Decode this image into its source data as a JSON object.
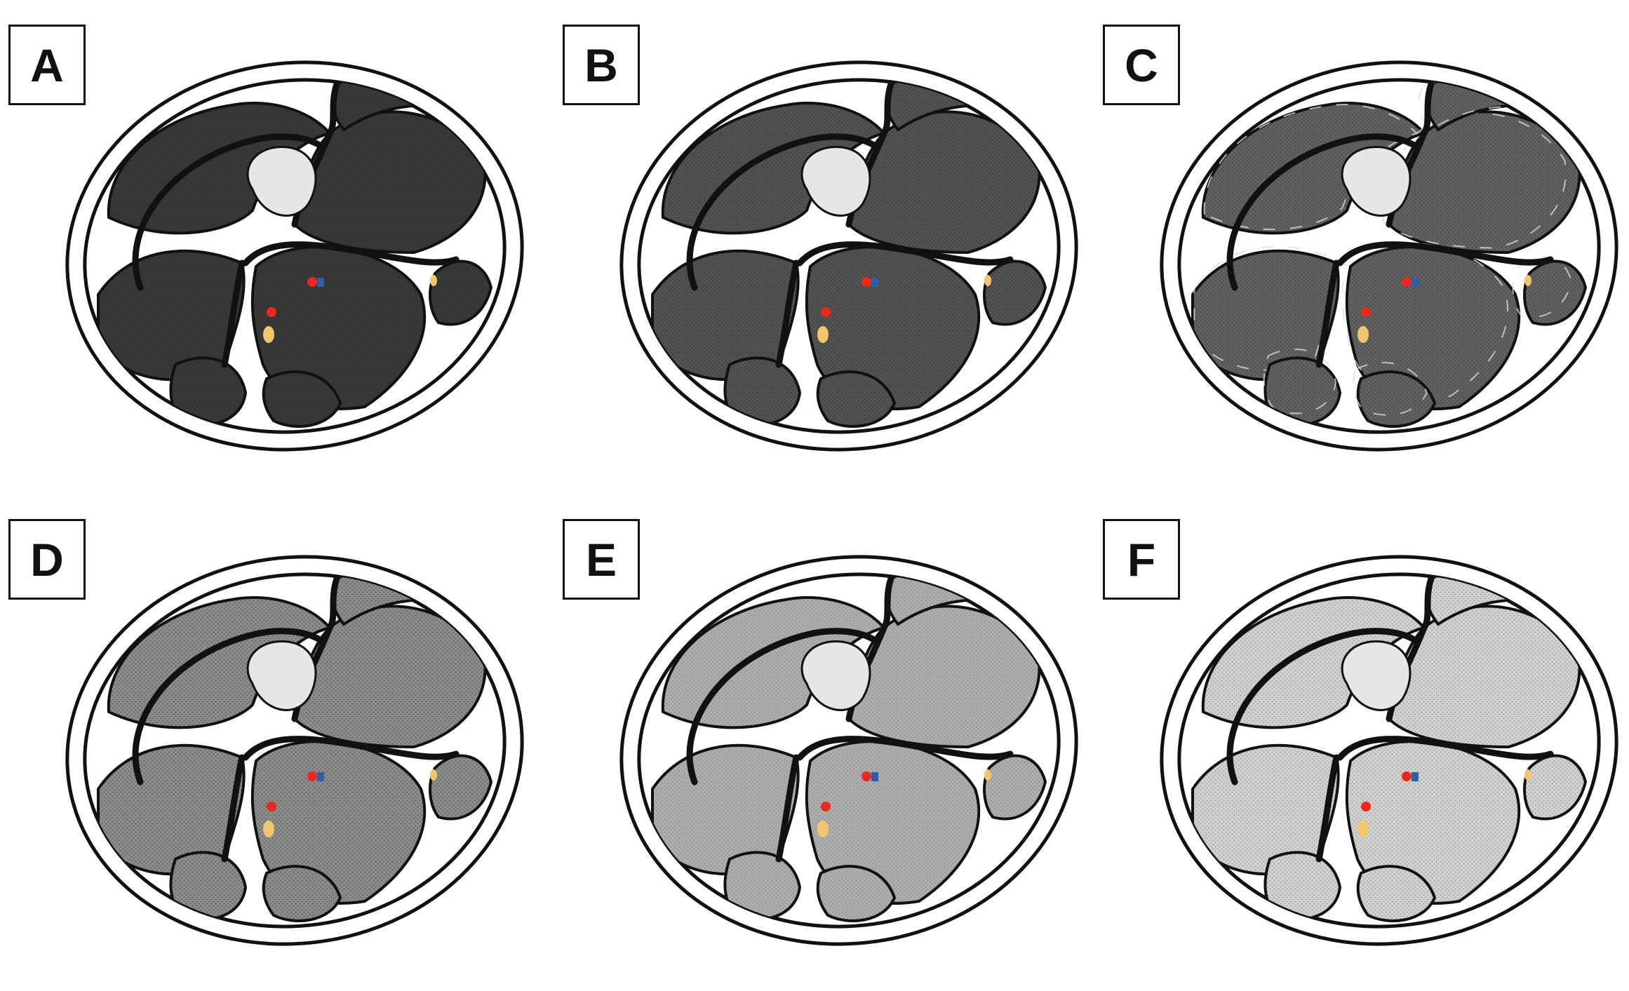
{
  "figure": {
    "panels": [
      {
        "label": "A",
        "texture": "dense-dots",
        "shade": 0.78
      },
      {
        "label": "B",
        "texture": "dense-dots",
        "shade": 0.68
      },
      {
        "label": "C",
        "texture": "streaked",
        "shade": 0.62
      },
      {
        "label": "D",
        "texture": "stippled",
        "shade": 0.45
      },
      {
        "label": "E",
        "texture": "stippled",
        "shade": 0.32
      },
      {
        "label": "F",
        "texture": "sparse-dots",
        "shade": 0.18
      }
    ],
    "marker_colors": {
      "artery": "#e8291c",
      "vein": "#2b5fa6",
      "nerve": "#f2c66d",
      "ventricle": "#e6e6e6",
      "sulcus": "#111111"
    }
  }
}
